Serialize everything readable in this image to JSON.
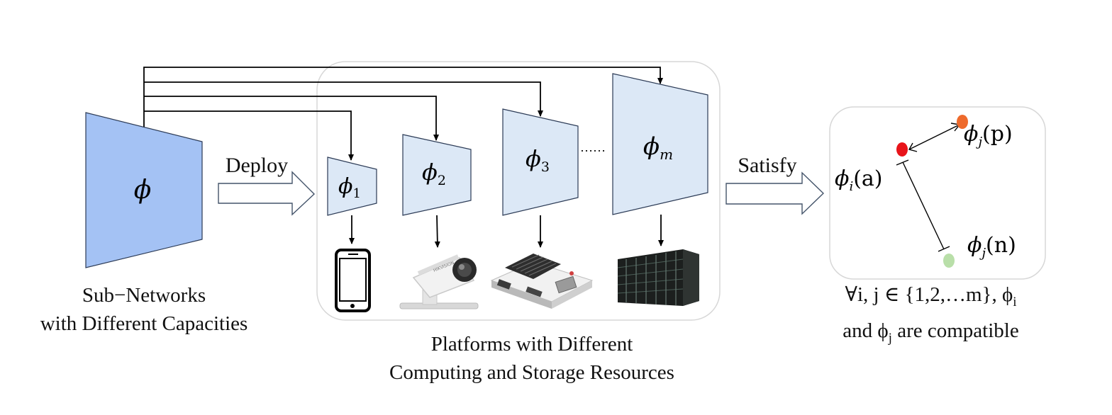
{
  "source_network": {
    "symbol": "ϕ"
  },
  "arrows": {
    "deploy_label": "Deploy",
    "satisfy_label": "Satisfy"
  },
  "sub_networks": [
    {
      "base": "ϕ",
      "sub": "1"
    },
    {
      "base": "ϕ",
      "sub": "2"
    },
    {
      "base": "ϕ",
      "sub": "3"
    },
    {
      "base": "ϕ",
      "sub": "m"
    }
  ],
  "ellipsis": "……",
  "platforms": [
    {
      "icon": "smartphone-icon"
    },
    {
      "icon": "security-camera-icon"
    },
    {
      "icon": "embedded-board-icon"
    },
    {
      "icon": "server-rack-icon"
    }
  ],
  "captions": {
    "left_line1": "Sub−Networks",
    "left_line2": "with Different Capacities",
    "middle_line1": "Platforms with Different",
    "middle_line2": "Computing and Storage Resources",
    "right_line1": "∀i, j  ∈ {1,2,…m}, ϕ",
    "right_line1_sub": "i",
    "right_line2_pre": "and ϕ",
    "right_line2_sub": "j",
    "right_line2_post": " are compatible"
  },
  "compat": {
    "anchor_label": "ϕ",
    "anchor_sub": "i",
    "anchor_arg": "(a)",
    "positive_label": "ϕ",
    "positive_sub": "j",
    "positive_arg": "(p)",
    "negative_label": "ϕ",
    "negative_sub": "j",
    "negative_arg": "(n)",
    "colors": {
      "anchor": "#e8141a",
      "positive": "#ee6a2c",
      "negative": "#b9dfa9"
    }
  },
  "colors": {
    "source_fill": "#a4c2f4",
    "sub_fill": "#dce8f6",
    "stroke": "#2b3a55"
  }
}
